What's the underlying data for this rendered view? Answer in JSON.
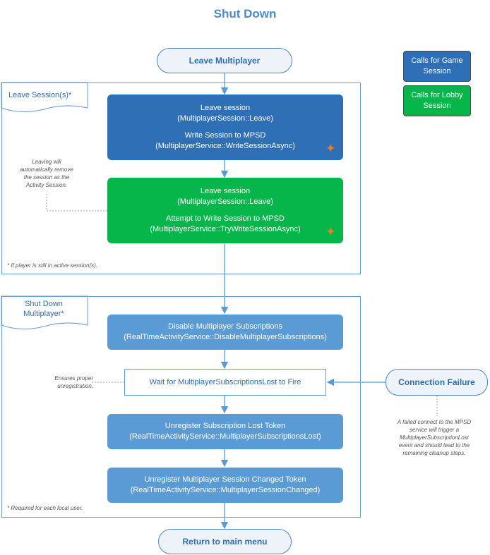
{
  "title": "Shut Down",
  "nodes": {
    "leave_multiplayer": "Leave Multiplayer",
    "return_menu": "Return to main menu",
    "connection_failure": "Connection Failure",
    "leave_game": {
      "line1a": "Leave session",
      "line1b": "(MultiplayerSession::Leave)",
      "line2a": "Write Session to MPSD",
      "line2b": "(MultiplayerService::WriteSessionAsync)"
    },
    "leave_lobby": {
      "line1a": "Leave session",
      "line1b": "(MultiplayerSession::Leave)",
      "line2a": "Attempt to Write Session to MPSD",
      "line2b": "(MultiplayerService::TryWriteSessionAsync)"
    },
    "disable": {
      "line1": "Disable Multiplayer Subscriptions",
      "line2": "(RealTimeActivityService::DisableMultiplayerSubscriptions)"
    },
    "wait": "Wait for MultiplayerSubscriptionsLost to Fire",
    "unreg_lost": {
      "line1": "Unregister Subscription Lost Token",
      "line2": "(RealTimeActivityService::MultiplayerSubscriptionsLost)"
    },
    "unreg_changed": {
      "line1": "Unregister Multiplayer Session Changed Token",
      "line2": "(RealTimeActivityService::MultiplayerSessionChanged)"
    }
  },
  "groups": {
    "leave_sessions": {
      "label": "Leave Session(s)*",
      "footnote": "* If player is still in active session(s)."
    },
    "shut_down": {
      "label_line1": "Shut Down",
      "label_line2": "Multiplayer*",
      "footnote": "* Required for each local user."
    }
  },
  "notes": {
    "leaving": [
      "Leaving will",
      "automatically remove",
      "the session as the",
      "Activity Session."
    ],
    "ensures": [
      "Ensures proper",
      "unregistration."
    ],
    "failed": [
      "A failed connect to the MPSD",
      "service will trigger a",
      "MultiplayerSubscriptionLost",
      "event and should lead to the",
      "remaining cleanup steps."
    ]
  },
  "legend": {
    "game": [
      "Calls for Game",
      "Session"
    ],
    "lobby": [
      "Calls for Lobby",
      "Session"
    ]
  },
  "colors": {
    "game_session": "#2e6fb5",
    "lobby_session": "#06b64b",
    "step": "#5b9bd5",
    "connector": "#5b9bd5",
    "marker": "#f07d22"
  },
  "icons": {
    "marker": "star-icon"
  }
}
